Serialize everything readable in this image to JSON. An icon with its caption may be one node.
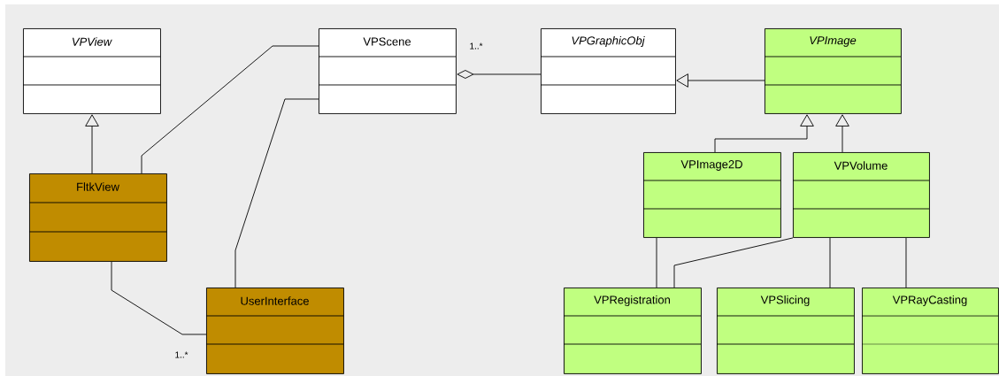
{
  "diagram": {
    "nodes": [
      {
        "text": [
          "VPView"
        ]
      },
      {
        "text": [
          "VPScene"
        ]
      },
      {
        "text": [
          "VPGraphicObj"
        ]
      },
      {
        "text": [
          "VPImage"
        ]
      },
      {
        "text": [
          "FltkView"
        ]
      },
      {
        "text": [
          "UserInterface"
        ]
      },
      {
        "text": [
          "VPImage2D"
        ]
      },
      {
        "text": [
          "VPVolume"
        ]
      },
      {
        "text": [
          "VPRegistration"
        ]
      },
      {
        "text": [
          "VPSlicing"
        ]
      },
      {
        "text": [
          "VPRayCasting"
        ]
      }
    ],
    "edges": [
      {
        "from": 4,
        "to": 0,
        "arrow": "to"
      },
      {
        "from": 4,
        "to": 1,
        "arrow": "none"
      },
      {
        "from": 5,
        "to": 1,
        "arrow": "none"
      },
      {
        "from": 4,
        "to": 5,
        "arrow": "none",
        "label": "1..*"
      },
      {
        "from": 1,
        "to": 2,
        "arrow": "other",
        "label": "1..*"
      },
      {
        "from": 3,
        "to": 2,
        "arrow": "to"
      },
      {
        "from": 6,
        "to": 3,
        "arrow": "to"
      },
      {
        "from": 7,
        "to": 3,
        "arrow": "to"
      },
      {
        "from": 8,
        "to": 6,
        "arrow": "none"
      },
      {
        "from": 8,
        "to": 7,
        "arrow": "none"
      },
      {
        "from": 9,
        "to": 7,
        "arrow": "none"
      },
      {
        "from": 10,
        "to": 7,
        "arrow": "none"
      }
    ]
  }
}
